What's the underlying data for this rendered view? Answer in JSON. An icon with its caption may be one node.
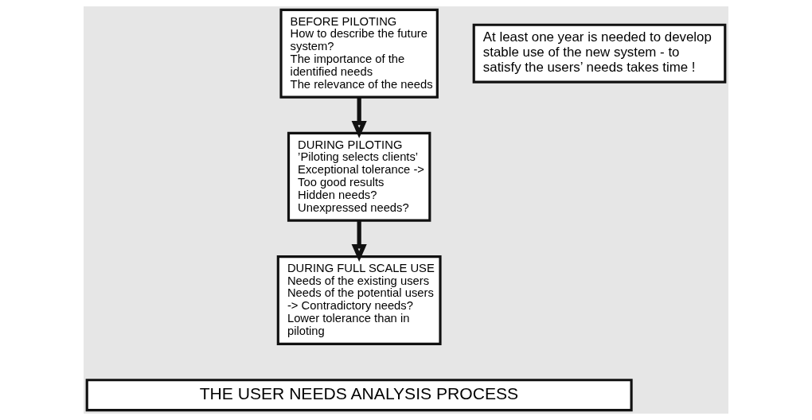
{
  "diagram": {
    "nodes": [
      {
        "text": [
          "BEFORE PILOTING",
          "How to describe the future system?",
          "The importance of the identified needs",
          "The relevance of the needs"
        ]
      },
      {
        "text": [
          "At least one year is needed to develop stable use of the new system - to satisfy the users’ needs takes time !"
        ]
      },
      {
        "text": [
          "DURING PILOTING",
          "’Piloting selects clients’",
          "Exceptional tolerance ->",
          "Too good results",
          "Hidden needs?",
          "Unexpressed needs?"
        ]
      },
      {
        "text": [
          "DURING FULL SCALE USE",
          "Needs of the existing users",
          "Needs of the potential users",
          "-> Contradictory needs?",
          "Lower tolerance than in piloting"
        ]
      },
      {
        "text": [
          "THE USER NEEDS ANALYSIS PROCESS"
        ]
      }
    ],
    "edges": [
      {
        "from": 0,
        "to": 2,
        "arrow": "to"
      },
      {
        "from": 2,
        "to": 3,
        "arrow": "to"
      }
    ]
  }
}
